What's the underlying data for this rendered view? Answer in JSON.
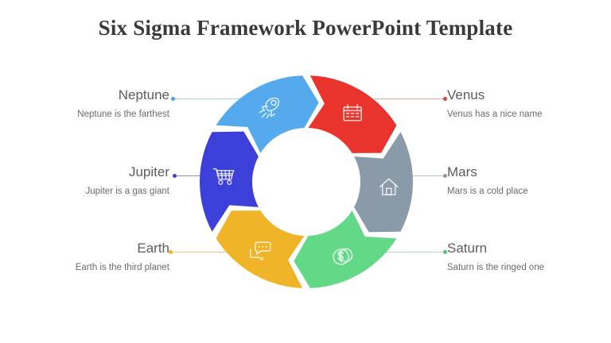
{
  "slide": {
    "title": "Six Sigma Framework PowerPoint Template",
    "background_color": "#ffffff"
  },
  "diagram": {
    "type": "cycle-donut",
    "segment_count": 6,
    "hub_color": "#ffffff",
    "items": [
      {
        "id": "venus",
        "label": "Venus",
        "description": "Venus has a nice name",
        "color": "#e8342c",
        "dot_color": "#d8453e",
        "line_color": "#d9a5a2",
        "icon": "calendar-icon",
        "side": "right",
        "order": 1
      },
      {
        "id": "mars",
        "label": "Mars",
        "description": "Mars is a cold place",
        "color": "#8a9aa8",
        "dot_color": "#8a9aa8",
        "line_color": "#b4bfc8",
        "icon": "home-icon",
        "side": "right",
        "order": 2
      },
      {
        "id": "saturn",
        "label": "Saturn",
        "description": "Saturn is the ringed one",
        "color": "#63d886",
        "dot_color": "#4dc878",
        "line_color": "#a8dfbc",
        "icon": "money-coins-icon",
        "side": "right",
        "order": 3
      },
      {
        "id": "earth",
        "label": "Earth",
        "description": "Earth is the third planet",
        "color": "#f0b429",
        "dot_color": "#f0b429",
        "line_color": "#ecc97f",
        "icon": "chat-bubbles-icon",
        "side": "left",
        "order": 4
      },
      {
        "id": "jupiter",
        "label": "Jupiter",
        "description": "Jupiter is a gas giant",
        "color": "#3c40d8",
        "dot_color": "#3c40d8",
        "line_color": "#8e90cf",
        "icon": "shopping-cart-icon",
        "side": "left",
        "order": 5
      },
      {
        "id": "neptune",
        "label": "Neptune",
        "description": "Neptune is the farthest",
        "color": "#55aaee",
        "dot_color": "#45a2ea",
        "line_color": "#9fcdee",
        "icon": "rocket-icon",
        "side": "left",
        "order": 6
      }
    ]
  }
}
